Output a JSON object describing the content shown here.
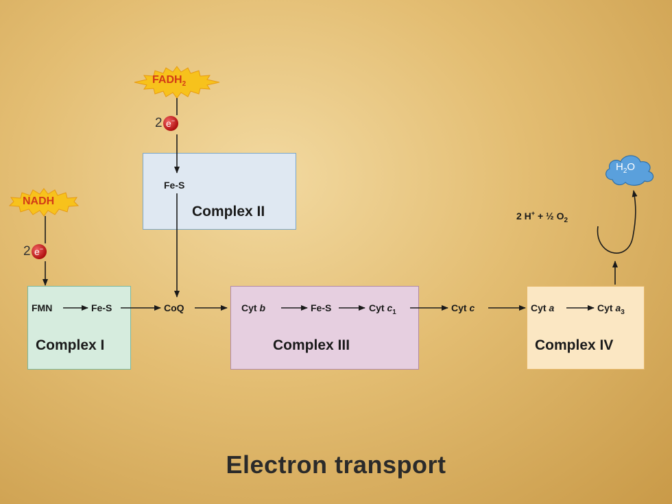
{
  "title": "Electron transport",
  "donors": {
    "nadh": "NADH",
    "fadh2": "FADH",
    "fadh2_sub": "2"
  },
  "electron": {
    "count": "2",
    "symbol": "e",
    "charge": "−"
  },
  "complex_i": {
    "name": "Complex I",
    "fmn": "FMN",
    "fes": "Fe-S"
  },
  "complex_ii": {
    "name": "Complex II",
    "fes": "Fe-S"
  },
  "coq": "CoQ",
  "complex_iii": {
    "name": "Complex III",
    "cyt_b_prefix": "Cyt",
    "cyt_b_letter": "b",
    "fes": "Fe-S",
    "cyt_c1_prefix": "Cyt",
    "cyt_c1_letter": "c",
    "cyt_c1_sub": "1"
  },
  "cyt_c": {
    "prefix": "Cyt",
    "letter": "c"
  },
  "complex_iv": {
    "name": "Complex IV",
    "cyt_a_prefix": "Cyt",
    "cyt_a_letter": "a",
    "cyt_a3_prefix": "Cyt",
    "cyt_a3_letter": "a",
    "cyt_a3_sub": "3"
  },
  "reaction": {
    "reactant": "2 H",
    "reactant_sup": "+",
    "plus": "+ ½ O",
    "o2_sub": "2"
  },
  "product": {
    "h": "H",
    "sub": "2",
    "o": "O"
  },
  "colors": {
    "complex_i": "#d6ecde",
    "complex_ii": "#dfe8f2",
    "complex_iii": "#e6cfe0",
    "complex_iv": "#fbe7c3",
    "donor_star": "#f7c21c",
    "electron": "#b01010",
    "water_drop": "#5aa0dc"
  }
}
